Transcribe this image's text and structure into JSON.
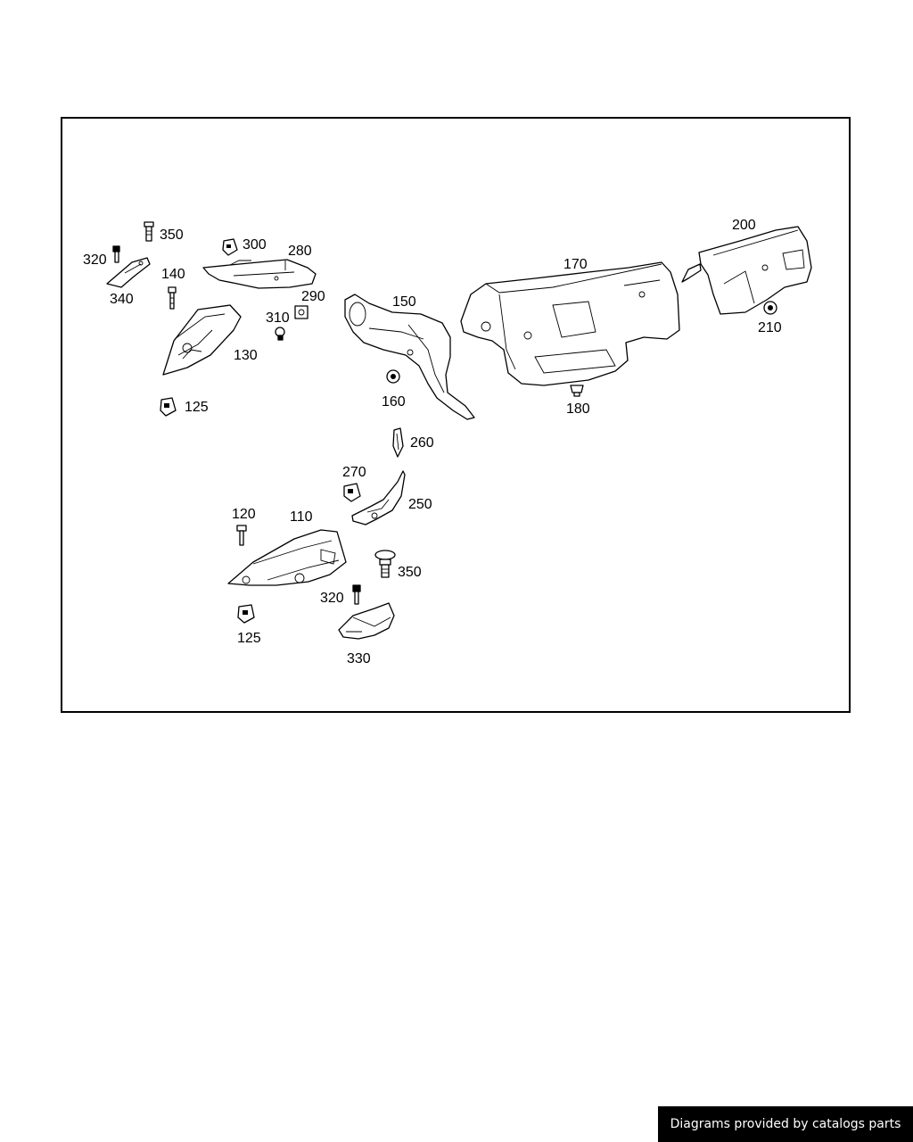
{
  "callouts": {
    "c350_top": "350",
    "c300": "300",
    "c280": "280",
    "c320_top": "320",
    "c140": "140",
    "c340": "340",
    "c290": "290",
    "c310": "310",
    "c150": "150",
    "c130": "130",
    "c170": "170",
    "c200": "200",
    "c210": "210",
    "c125_top": "125",
    "c160": "160",
    "c180": "180",
    "c260": "260",
    "c270": "270",
    "c250": "250",
    "c120": "120",
    "c110": "110",
    "c350_bottom": "350",
    "c320_bottom": "320",
    "c125_bottom": "125",
    "c330": "330"
  },
  "attribution": "Diagrams provided by catalogs parts"
}
